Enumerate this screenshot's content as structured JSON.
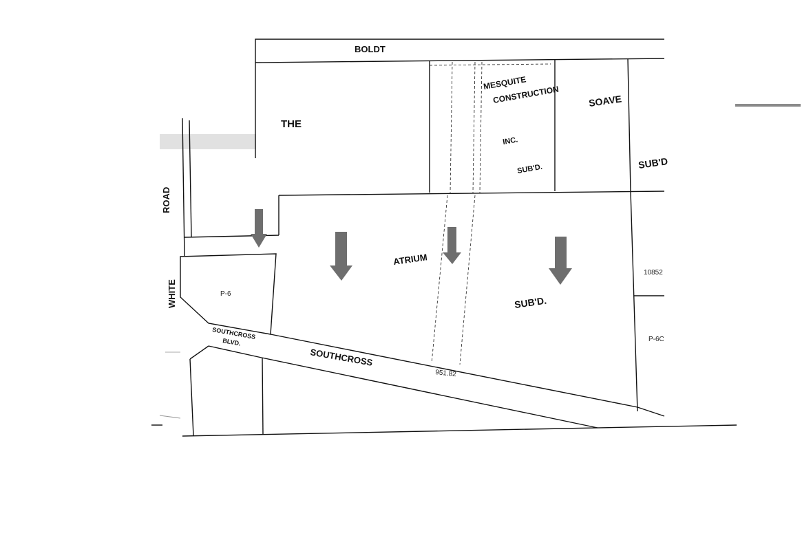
{
  "streets": {
    "boldt": "BOLDT",
    "road": "ROAD",
    "white": "WHITE",
    "southcross_blvd_1": "SOUTHCROSS",
    "southcross_blvd_2": "BLVD.",
    "southcross": "SOUTHCROSS"
  },
  "subdivisions": {
    "the": "THE",
    "mesquite": "MESQUITE",
    "construction": "CONSTRUCTION",
    "inc": "INC.",
    "subd_mesquite": "SUB'D.",
    "soave": "SOAVE",
    "subd_soave": "SUB'D",
    "atrium": "ATRIUM",
    "subd_atrium": "SUB'D."
  },
  "lots": {
    "p6": "P-6",
    "p6c": "P-6C",
    "parcel_10852": "10852",
    "southcross_frontage": "951.82"
  },
  "colors": {
    "arrow": "#6e6e6e",
    "linework": "#111111"
  },
  "icons": [
    "down-arrow-icon",
    "down-arrow-icon",
    "down-arrow-icon",
    "down-arrow-icon"
  ]
}
